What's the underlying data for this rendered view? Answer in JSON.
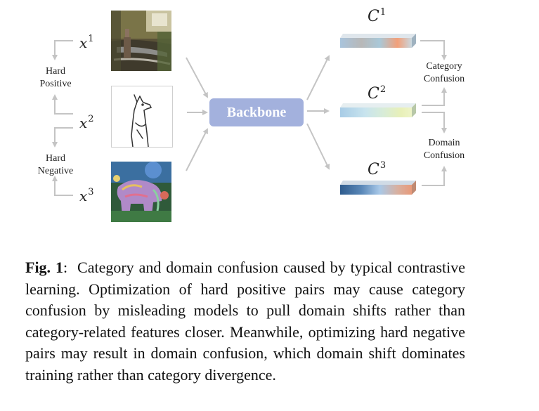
{
  "figure": {
    "inputs": [
      {
        "label": "x",
        "sup": "1"
      },
      {
        "label": "x",
        "sup": "2"
      },
      {
        "label": "x",
        "sup": "3"
      }
    ],
    "pair_labels": {
      "hard_positive": [
        "Hard",
        "Positive"
      ],
      "hard_negative": [
        "Hard",
        "Negative"
      ]
    },
    "backbone_label": "Backbone",
    "features": [
      {
        "label": "C",
        "sup": "1"
      },
      {
        "label": "C",
        "sup": "2"
      },
      {
        "label": "C",
        "sup": "3"
      }
    ],
    "confusion_labels": {
      "category": [
        "Category",
        "Confusion"
      ],
      "domain": [
        "Domain",
        "Confusion"
      ]
    },
    "colors": {
      "backbone_fill": "#a3b1dd",
      "arrow_gray": "#c4c4c4",
      "text_white": "#ffffff"
    }
  },
  "caption": {
    "fig_label": "Fig. 1",
    "separator": ":",
    "text": "Category and domain confusion caused by typical contrastive learning. Optimization of hard positive pairs may cause category confusion by misleading models to pull domain shifts rather than category-related features closer. Meanwhile, optimizing hard negative pairs may result in domain confusion, which domain shift dominates training rather than category divergence."
  }
}
